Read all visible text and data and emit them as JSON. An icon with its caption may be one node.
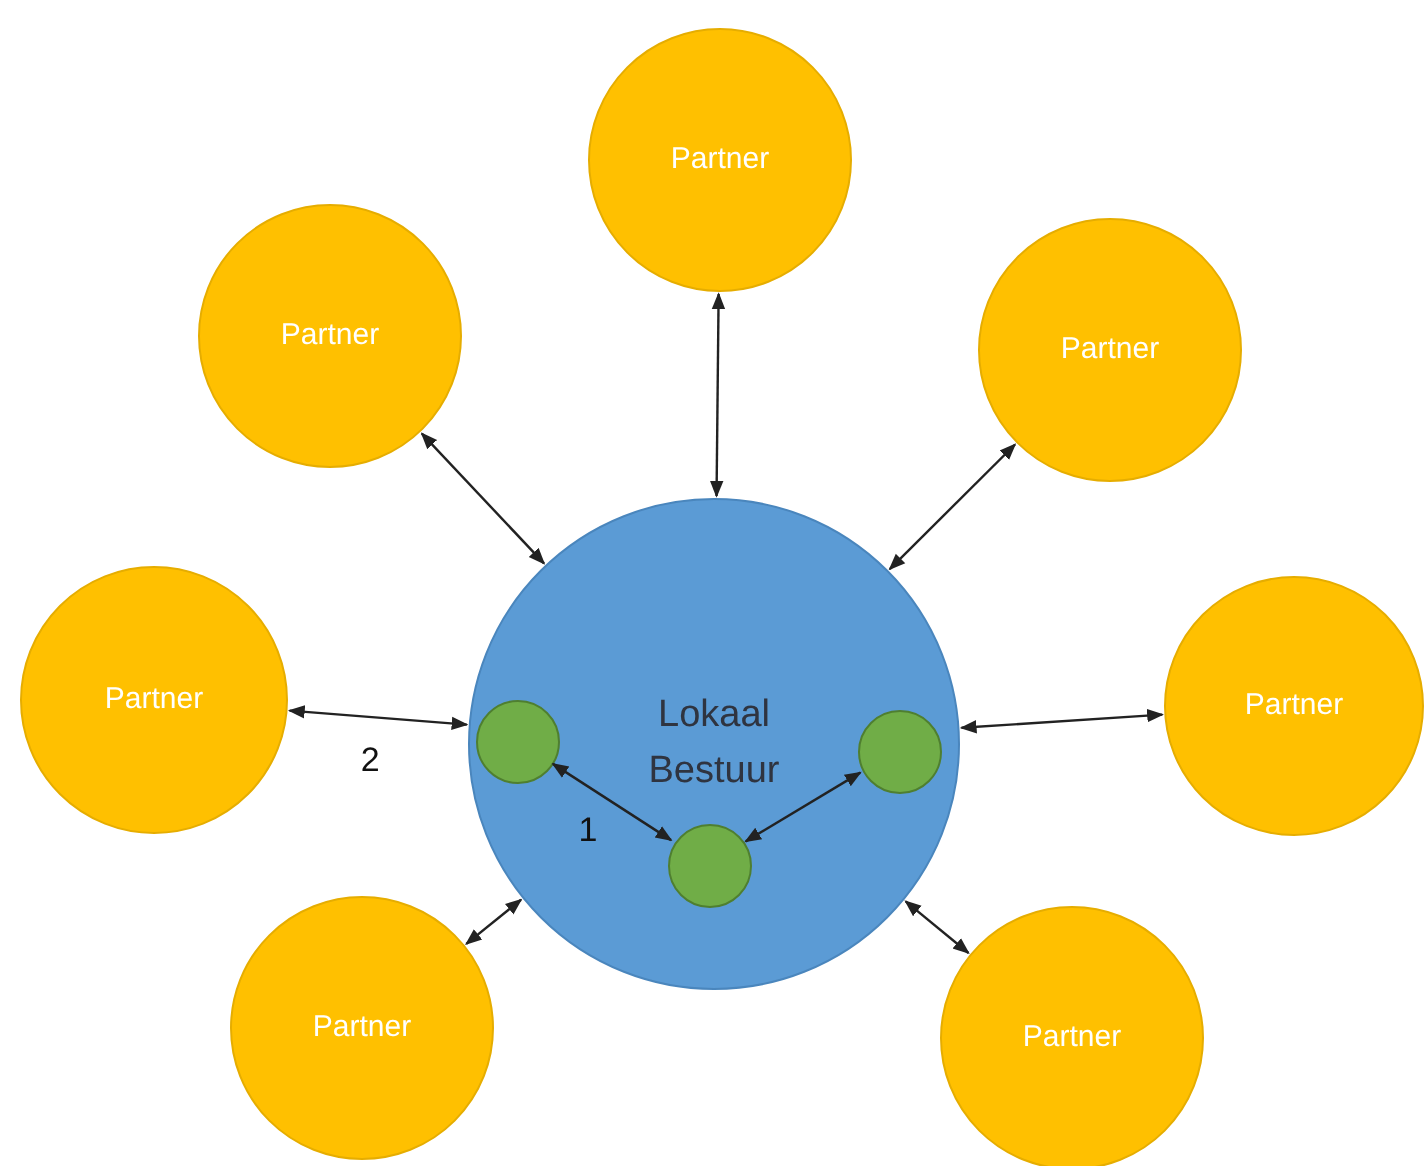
{
  "diagram": {
    "nodes": [
      {
        "text": [
          "Partner"
        ]
      },
      {
        "text": [
          "Partner"
        ]
      },
      {
        "text": [
          "Partner"
        ]
      },
      {
        "text": [
          "Partner"
        ]
      },
      {
        "text": [
          "Lokaal Bestuur"
        ]
      },
      {
        "text": [],
        "shape": "circle",
        "in": 4
      },
      {
        "text": [],
        "shape": "circle",
        "in": 4
      },
      {
        "text": [],
        "shape": "circle",
        "in": 4
      },
      {
        "text": [
          "Partner"
        ]
      },
      {
        "text": [
          "Partner"
        ]
      },
      {
        "text": [
          "Partner"
        ]
      }
    ],
    "edges": [
      {
        "from": 0,
        "to": 4,
        "arrow": "both"
      },
      {
        "from": 1,
        "to": 4,
        "arrow": "both"
      },
      {
        "from": 2,
        "to": 4,
        "arrow": "both"
      },
      {
        "from": 3,
        "to": 4,
        "arrow": "both",
        "label": "2"
      },
      {
        "from": 8,
        "to": 4,
        "arrow": "both"
      },
      {
        "from": 9,
        "to": 4,
        "arrow": "both"
      },
      {
        "from": 10,
        "to": 4,
        "arrow": "both"
      },
      {
        "from": 5,
        "to": 6,
        "arrow": "both",
        "label": "1"
      },
      {
        "from": 6,
        "to": 7,
        "arrow": "both"
      }
    ]
  }
}
